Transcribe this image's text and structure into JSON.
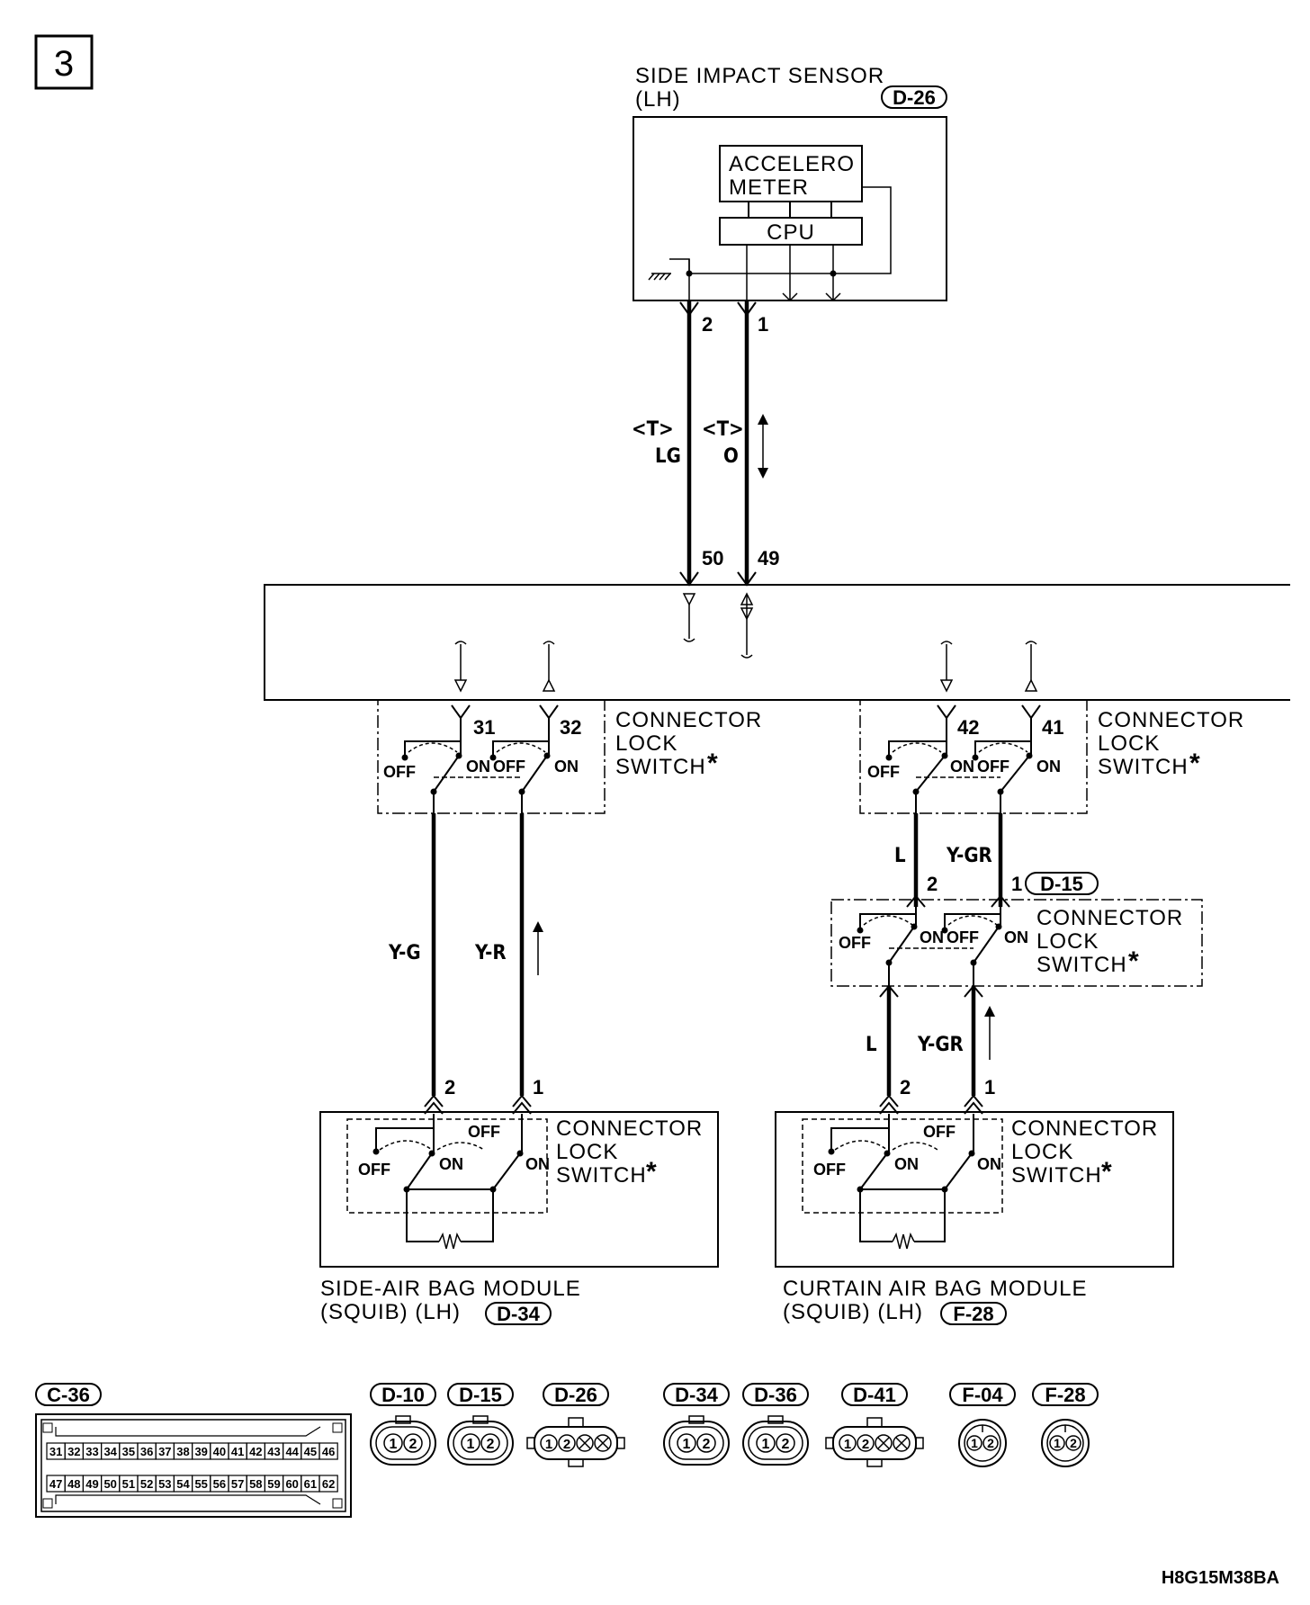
{
  "page_number": "3",
  "diagram_code": "H8G15M38BA",
  "sensor": {
    "title_line1": "SIDE IMPACT SENSOR",
    "title_line2": "(LH)",
    "connector": "D-26",
    "accel_line1": "ACCELERO",
    "accel_line2": "METER",
    "cpu": "CPU"
  },
  "top_wires": {
    "pin_left": "2",
    "pin_right": "1",
    "code_left_1": "<T>",
    "code_left_2": "LG",
    "code_right_1": "<T>",
    "code_right_2": "O",
    "pin_ecu_left": "50",
    "pin_ecu_right": "49"
  },
  "switch_text": {
    "line1": "CONNECTOR",
    "line2": "LOCK",
    "line3": "SWITCH",
    "star": "*",
    "off": "OFF",
    "on": "ON"
  },
  "left_switch": {
    "pin_a": "31",
    "pin_b": "32"
  },
  "right_switch": {
    "pin_a": "42",
    "pin_b": "41"
  },
  "left_wires": {
    "a": "Y-G",
    "b": "Y-R"
  },
  "right_wires_upper": {
    "a": "L",
    "b": "Y-GR"
  },
  "right_wires_lower": {
    "a": "L",
    "b": "Y-GR"
  },
  "mid_connector": {
    "connector": "D-15",
    "pin_a": "2",
    "pin_b": "1"
  },
  "side_module": {
    "line1": "SIDE-AIR BAG MODULE",
    "line2": "(SQUIB) (LH)",
    "connector": "D-34",
    "pin_a": "2",
    "pin_b": "1"
  },
  "curtain_module": {
    "line1": "CURTAIN AIR BAG MODULE",
    "line2": "(SQUIB) (LH)",
    "connector": "F-28",
    "pin_a": "2",
    "pin_b": "1"
  },
  "connector_legend": {
    "c36_label": "C-36",
    "c36_row1": [
      "31",
      "32",
      "33",
      "34",
      "35",
      "36",
      "37",
      "38",
      "39",
      "40",
      "41",
      "42",
      "43",
      "44",
      "45",
      "46"
    ],
    "c36_row2": [
      "47",
      "48",
      "49",
      "50",
      "51",
      "52",
      "53",
      "54",
      "55",
      "56",
      "57",
      "58",
      "59",
      "60",
      "61",
      "62"
    ],
    "items": [
      {
        "label": "D-10",
        "style": "round2",
        "pins": [
          "1",
          "2"
        ]
      },
      {
        "label": "D-15",
        "style": "round2",
        "pins": [
          "1",
          "2"
        ]
      },
      {
        "label": "D-26",
        "style": "wide4",
        "pins": [
          "1",
          "2"
        ]
      },
      {
        "label": "D-34",
        "style": "round2",
        "pins": [
          "1",
          "2"
        ]
      },
      {
        "label": "D-36",
        "style": "round2",
        "pins": [
          "1",
          "2"
        ]
      },
      {
        "label": "D-41",
        "style": "wide4",
        "pins": [
          "1",
          "2"
        ]
      },
      {
        "label": "F-04",
        "style": "circle2",
        "pins": [
          "1",
          "2"
        ]
      },
      {
        "label": "F-28",
        "style": "circle2",
        "pins": [
          "1",
          "2"
        ]
      }
    ]
  }
}
